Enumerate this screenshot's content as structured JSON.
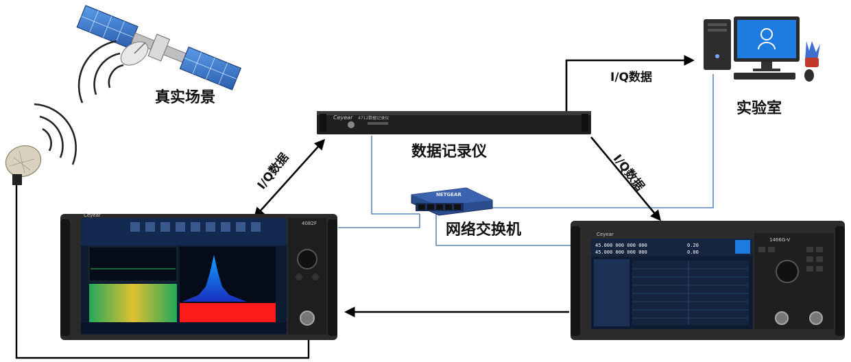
{
  "labels": {
    "real_scene": "真实场景",
    "lab": "实验室",
    "recorder": "数据记录仪",
    "switch": "网络交换机",
    "iq_top": "I/Q数据",
    "iq_left": "I/Q数据",
    "iq_right": "I/Q数据"
  },
  "devices": {
    "recorder_brand": "Ceyear",
    "recorder_model": "4712数据记录仪",
    "analyzer_brand": "Ceyear",
    "analyzer_model": "4082F",
    "generator_brand": "Ceyear",
    "generator_model": "1466G-V",
    "switch_brand": "NETGEAR",
    "generator_freq_1": "45.000 000 000 000",
    "generator_freq_2": "45.000 000 000 000",
    "generator_power_1": "0.20",
    "generator_power_2": "0.00"
  },
  "colors": {
    "connection_line": "#5a86b8",
    "arrow": "#000000",
    "instrument_body": "#2a2a2a",
    "screen_dark": "#0d1b33",
    "spectrum_blue": "#2050ff",
    "spectrum_red": "#ff1a1a",
    "satellite_panel": "#3a7bd5",
    "pc_screen": "#1e7be0"
  }
}
